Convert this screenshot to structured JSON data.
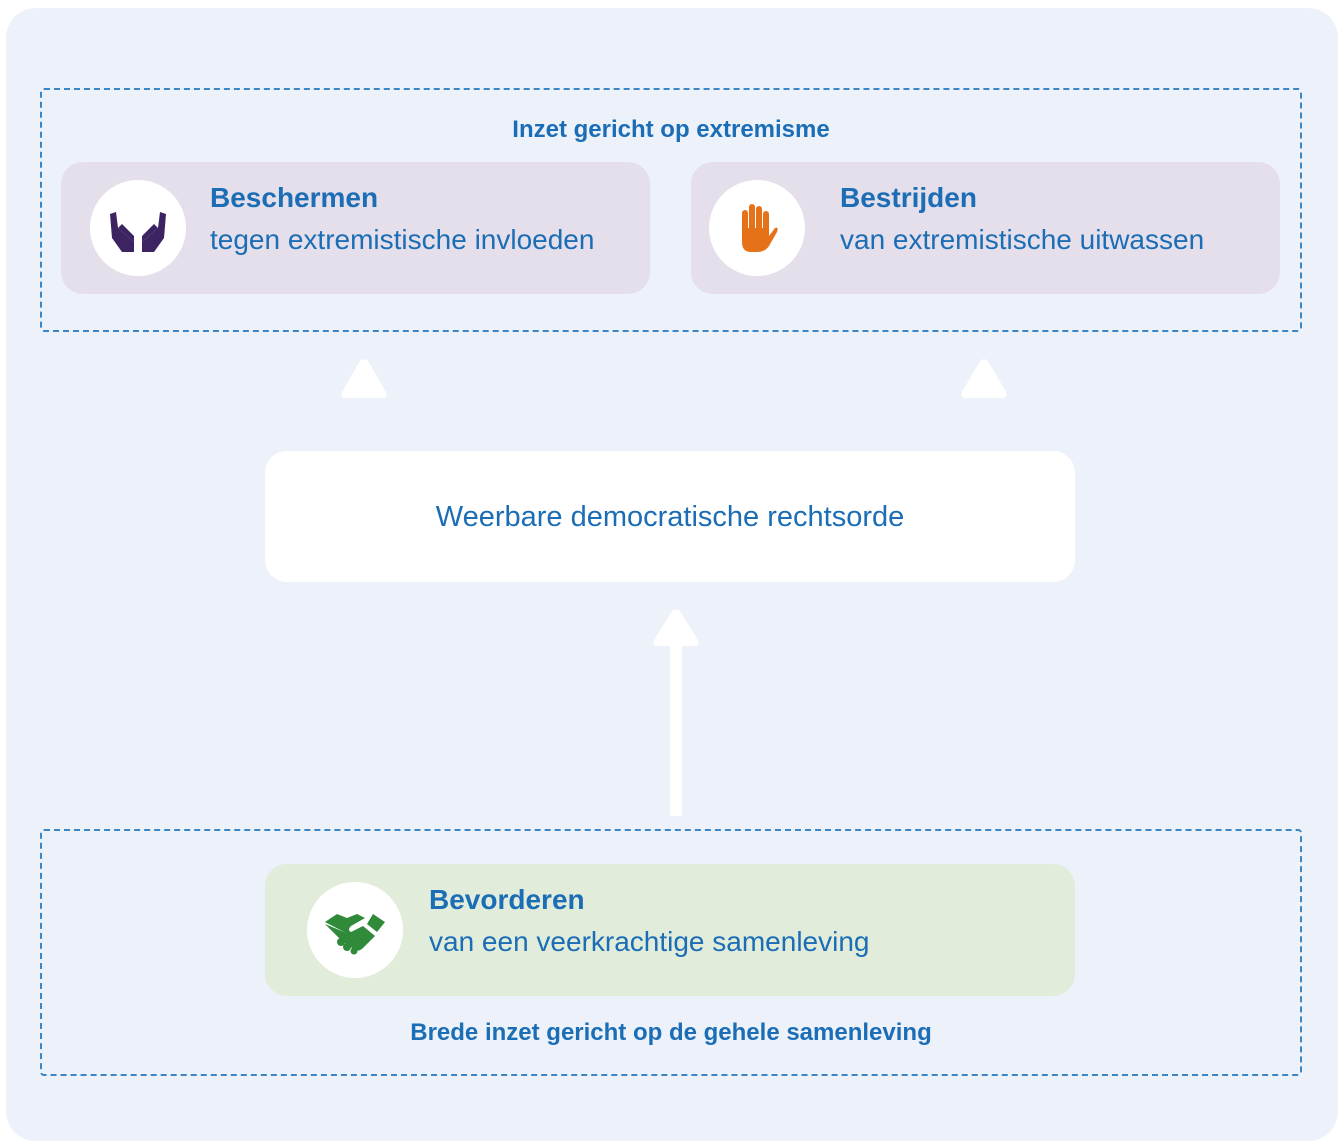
{
  "top_group": {
    "label": "Inzet gericht op extremisme",
    "cards": [
      {
        "title": "Beschermen",
        "subtitle": "tegen extremistische invloeden",
        "icon": "open-hands-icon",
        "icon_color": "#3b2461"
      },
      {
        "title": "Bestrijden",
        "subtitle": "van extremistische uitwassen",
        "icon": "stop-hand-icon",
        "icon_color": "#e57219"
      }
    ]
  },
  "center": {
    "label": "Weerbare democratische rechtsorde"
  },
  "bottom_group": {
    "label": "Brede inzet gericht op de gehele samenleving",
    "card": {
      "title": "Bevorderen",
      "subtitle": "van een veerkrachtige samenleving",
      "icon": "handshake-icon",
      "icon_color": "#2f8a3a"
    }
  },
  "colors": {
    "panel_background": "#ecf1fa",
    "text_blue": "#1b6db5",
    "frame_dashes": "#3a86c6",
    "card_purple": "#e4dfea",
    "card_green": "#e1ecdb",
    "arrow": "#ffffff"
  }
}
